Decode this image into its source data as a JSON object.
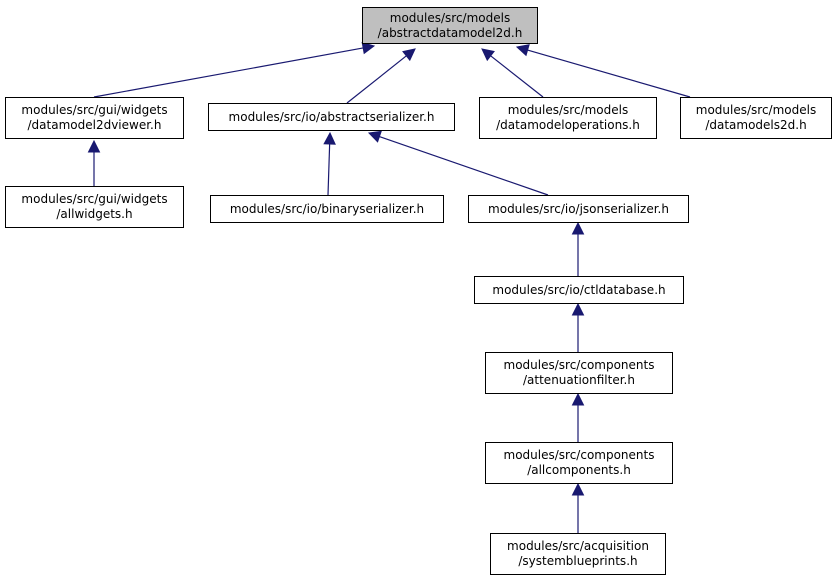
{
  "colors": {
    "edge": "#191970",
    "root_fill": "#bfbfbf",
    "node_fill": "#ffffff",
    "border": "#000000"
  },
  "nodes": [
    {
      "id": "root",
      "lines": [
        "modules/src/models",
        "/abstractdatamodel2d.h"
      ],
      "highlighted": true
    },
    {
      "id": "datamodel2dviewer",
      "lines": [
        "modules/src/gui/widgets",
        "/datamodel2dviewer.h"
      ]
    },
    {
      "id": "abstractserializer",
      "lines": [
        "modules/src/io/abstractserializer.h"
      ]
    },
    {
      "id": "datamodeloperations",
      "lines": [
        "modules/src/models",
        "/datamodeloperations.h"
      ]
    },
    {
      "id": "datamodels2d",
      "lines": [
        "modules/src/models",
        "/datamodels2d.h"
      ]
    },
    {
      "id": "allwidgets",
      "lines": [
        "modules/src/gui/widgets",
        "/allwidgets.h"
      ]
    },
    {
      "id": "binaryserializer",
      "lines": [
        "modules/src/io/binaryserializer.h"
      ]
    },
    {
      "id": "jsonserializer",
      "lines": [
        "modules/src/io/jsonserializer.h"
      ]
    },
    {
      "id": "ctldatabase",
      "lines": [
        "modules/src/io/ctldatabase.h"
      ]
    },
    {
      "id": "attenuationfilter",
      "lines": [
        "modules/src/components",
        "/attenuationfilter.h"
      ]
    },
    {
      "id": "allcomponents",
      "lines": [
        "modules/src/components",
        "/allcomponents.h"
      ]
    },
    {
      "id": "systemblueprints",
      "lines": [
        "modules/src/acquisition",
        "/systemblueprints.h"
      ]
    }
  ],
  "edges": [
    {
      "from": "datamodel2dviewer",
      "to": "root"
    },
    {
      "from": "abstractserializer",
      "to": "root"
    },
    {
      "from": "datamodeloperations",
      "to": "root"
    },
    {
      "from": "datamodels2d",
      "to": "root"
    },
    {
      "from": "allwidgets",
      "to": "datamodel2dviewer"
    },
    {
      "from": "binaryserializer",
      "to": "abstractserializer"
    },
    {
      "from": "jsonserializer",
      "to": "abstractserializer"
    },
    {
      "from": "ctldatabase",
      "to": "jsonserializer"
    },
    {
      "from": "attenuationfilter",
      "to": "ctldatabase"
    },
    {
      "from": "allcomponents",
      "to": "attenuationfilter"
    },
    {
      "from": "systemblueprints",
      "to": "allcomponents"
    }
  ]
}
